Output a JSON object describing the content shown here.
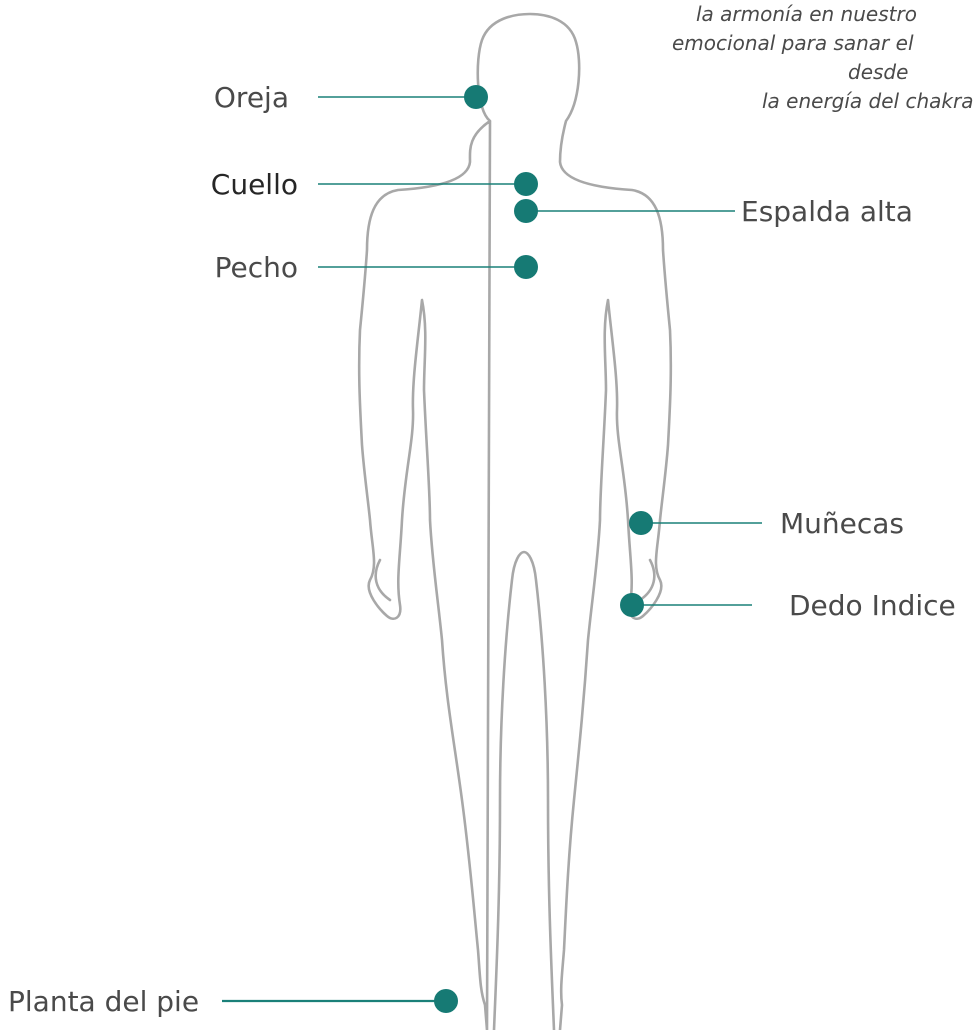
{
  "caption": {
    "lines": [
      "la armonía en nuestro",
      "emocional para sanar el",
      "desde",
      "la energía del chakra"
    ]
  },
  "points": [
    {
      "id": "oreja",
      "label": "Oreja"
    },
    {
      "id": "cuello",
      "label": "Cuello"
    },
    {
      "id": "espalda-alta",
      "label": "Espalda alta"
    },
    {
      "id": "pecho",
      "label": "Pecho"
    },
    {
      "id": "munecas",
      "label": "Muñecas"
    },
    {
      "id": "dedo-indice",
      "label": "Dedo Indice"
    },
    {
      "id": "planta-del-pie",
      "label": "Planta del pie"
    }
  ],
  "colors": {
    "accent": "#167a74",
    "outline": "#a8a8a8",
    "text": "#4a4a4a"
  }
}
